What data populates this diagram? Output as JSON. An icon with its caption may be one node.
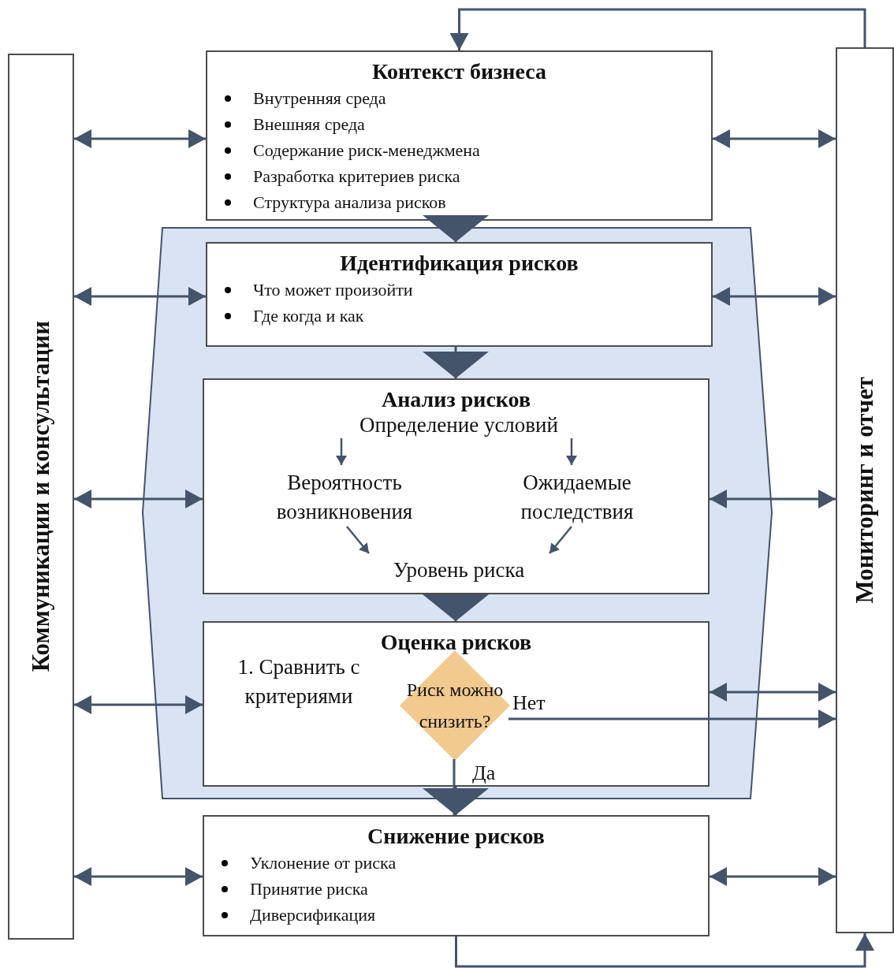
{
  "diagram": {
    "nodes": [
      {
        "text": [
          "Коммуникации и консультации"
        ]
      },
      {
        "text": [
          "Контекст бизнеса",
          "Внутренняя среда",
          "Внешняя среда",
          "Содержание риск-менеджмена",
          "Разработка критериев риска",
          "Структура анализа рисков"
        ]
      },
      {
        "text": [],
        "shape": "band"
      },
      {
        "text": [
          "Идентификация рисков",
          "Что может произойти",
          "Где когда и как"
        ],
        "in": 2
      },
      {
        "text": [
          "Анализ рисков"
        ],
        "in": 2
      },
      {
        "text": [
          "Определение условий"
        ],
        "in": 4
      },
      {
        "text": [
          "Вероятность возникновения"
        ],
        "in": 4
      },
      {
        "text": [
          "Ожидаемые последствия"
        ],
        "in": 4
      },
      {
        "text": [
          "Уровень риска"
        ],
        "in": 4
      },
      {
        "text": [
          "Оценка рисков",
          "1. Сравнить с критериями"
        ],
        "in": 2
      },
      {
        "text": [
          "Риск можно снизить?"
        ],
        "in": 9
      },
      {
        "text": [
          "Снижение рисков",
          "Уклонение от риска",
          "Принятие риска",
          "Диверсификация"
        ]
      },
      {
        "text": [
          "Мониторинг и отчет"
        ]
      }
    ],
    "edges": [
      {
        "from": 1,
        "to": 3,
        "arrow": "to"
      },
      {
        "from": 3,
        "to": 4,
        "arrow": "to"
      },
      {
        "from": 4,
        "to": 9,
        "arrow": "to"
      },
      {
        "from": 9,
        "to": 11,
        "arrow": "to"
      },
      {
        "from": 5,
        "to": 6,
        "arrow": "to"
      },
      {
        "from": 5,
        "to": 7,
        "arrow": "to"
      },
      {
        "from": 6,
        "to": 8,
        "arrow": "to"
      },
      {
        "from": 7,
        "to": 8,
        "arrow": "to"
      },
      {
        "from": 10,
        "to": 12,
        "arrow": "to",
        "label": "Нет"
      },
      {
        "from": 10,
        "to": 11,
        "arrow": "none",
        "label": "Да"
      },
      {
        "from": 0,
        "to": 1,
        "arrow": "both"
      },
      {
        "from": 0,
        "to": 3,
        "arrow": "both"
      },
      {
        "from": 0,
        "to": 4,
        "arrow": "both"
      },
      {
        "from": 0,
        "to": 9,
        "arrow": "both"
      },
      {
        "from": 0,
        "to": 11,
        "arrow": "both"
      },
      {
        "from": 1,
        "to": 12,
        "arrow": "both"
      },
      {
        "from": 3,
        "to": 12,
        "arrow": "both"
      },
      {
        "from": 4,
        "to": 12,
        "arrow": "both"
      },
      {
        "from": 9,
        "to": 12,
        "arrow": "both"
      },
      {
        "from": 11,
        "to": 12,
        "arrow": "both"
      },
      {
        "from": 12,
        "to": 1,
        "arrow": "to"
      },
      {
        "from": 11,
        "to": 12,
        "arrow": "to"
      }
    ]
  }
}
